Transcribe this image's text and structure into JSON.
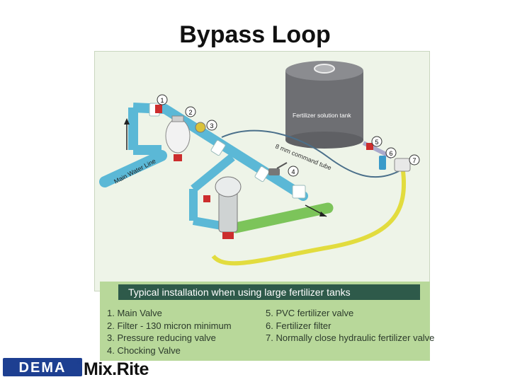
{
  "slide": {
    "title": "Bypass Loop"
  },
  "diagram": {
    "tank_label": "Fertilizer solution tank",
    "main_line_label": "Main Water Line",
    "tube_label": "8 mm command tube",
    "markers": [
      "1",
      "2",
      "3",
      "4",
      "5",
      "6",
      "7"
    ]
  },
  "legend": {
    "banner": "Typical installation when using large fertilizer tanks",
    "left_items": [
      "1. Main Valve",
      "2. Filter - 130 micron minimum",
      "3. Pressure reducing valve",
      "4. Chocking Valve"
    ],
    "right_items": [
      "5. PVC fertilizer valve",
      "6. Fertilizer filter",
      "7. Normally close hydraulic fertilizer valve"
    ]
  },
  "logos": {
    "dema": "DEMA",
    "registered": "®",
    "mixrite": "Mix.Rite"
  },
  "colors": {
    "pipe_blue": "#5bb8d6",
    "pipe_green": "#7cc45a",
    "tube_yellow": "#e2dc3e",
    "tank_gray": "#6e6f73",
    "banner_bg": "#2e5a4a",
    "legend_bg": "#b8d89a",
    "dema_blue": "#1d3f91"
  }
}
